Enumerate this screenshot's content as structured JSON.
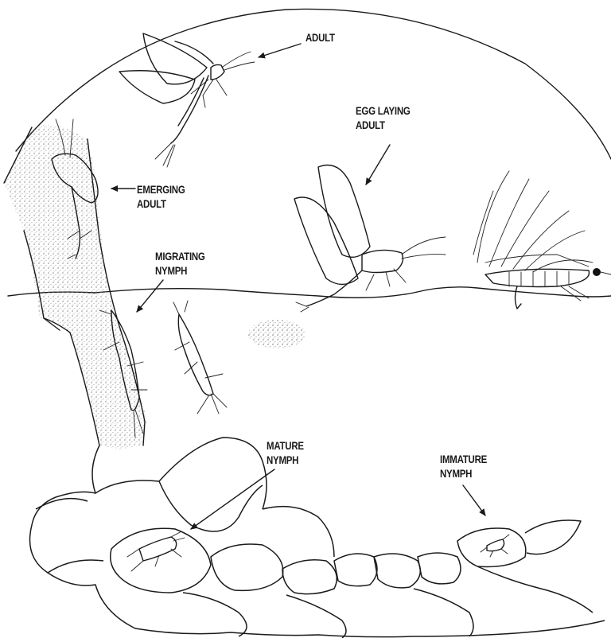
{
  "labels": {
    "adult": "ADULT",
    "egg_laying_line1": "EGG LAYING",
    "egg_laying_line2": "ADULT",
    "emerging_line1": "EMERGING",
    "emerging_line2": "ADULT",
    "migrating_line1": "MIGRATING",
    "migrating_line2": "NYMPH",
    "mature_line1": "MATURE",
    "mature_line2": "NYMPH",
    "immature_line1": "IMMATURE",
    "immature_line2": "NYMPH"
  },
  "colors": {
    "ink": "#1a1a1a",
    "shading": "#9a9a9a",
    "background": "#ffffff"
  }
}
